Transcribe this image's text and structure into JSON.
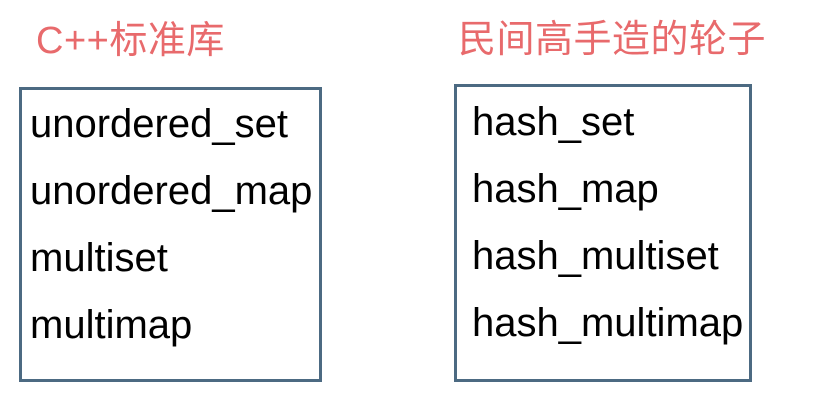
{
  "colors": {
    "header_text": "#E86A6C",
    "box_border": "#4C6A82",
    "item_text": "#000000",
    "background": "#FFFFFF"
  },
  "left_column": {
    "title": "C++标准库",
    "items": [
      "unordered_set",
      "unordered_map",
      "multiset",
      "multimap"
    ]
  },
  "right_column": {
    "title": "民间高手造的轮子",
    "items": [
      "hash_set",
      "hash_map",
      "hash_multiset",
      "hash_multimap"
    ]
  }
}
